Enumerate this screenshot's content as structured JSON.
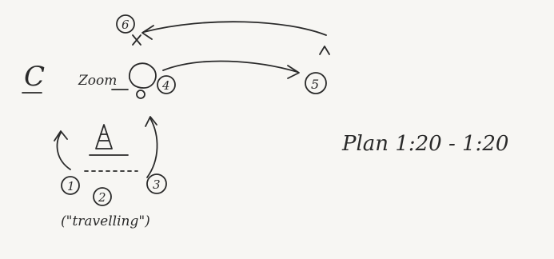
{
  "sketch": {
    "page_letter": "C",
    "zoom_label": "Zoom",
    "markers": [
      "1",
      "2",
      "3",
      "4",
      "5",
      "6"
    ],
    "scale_note": "Plan 1:20 - 1:20",
    "caption": "(\"travelling\")",
    "ink_color": "#2a2a2a",
    "paper_color": "#f7f6f3"
  }
}
